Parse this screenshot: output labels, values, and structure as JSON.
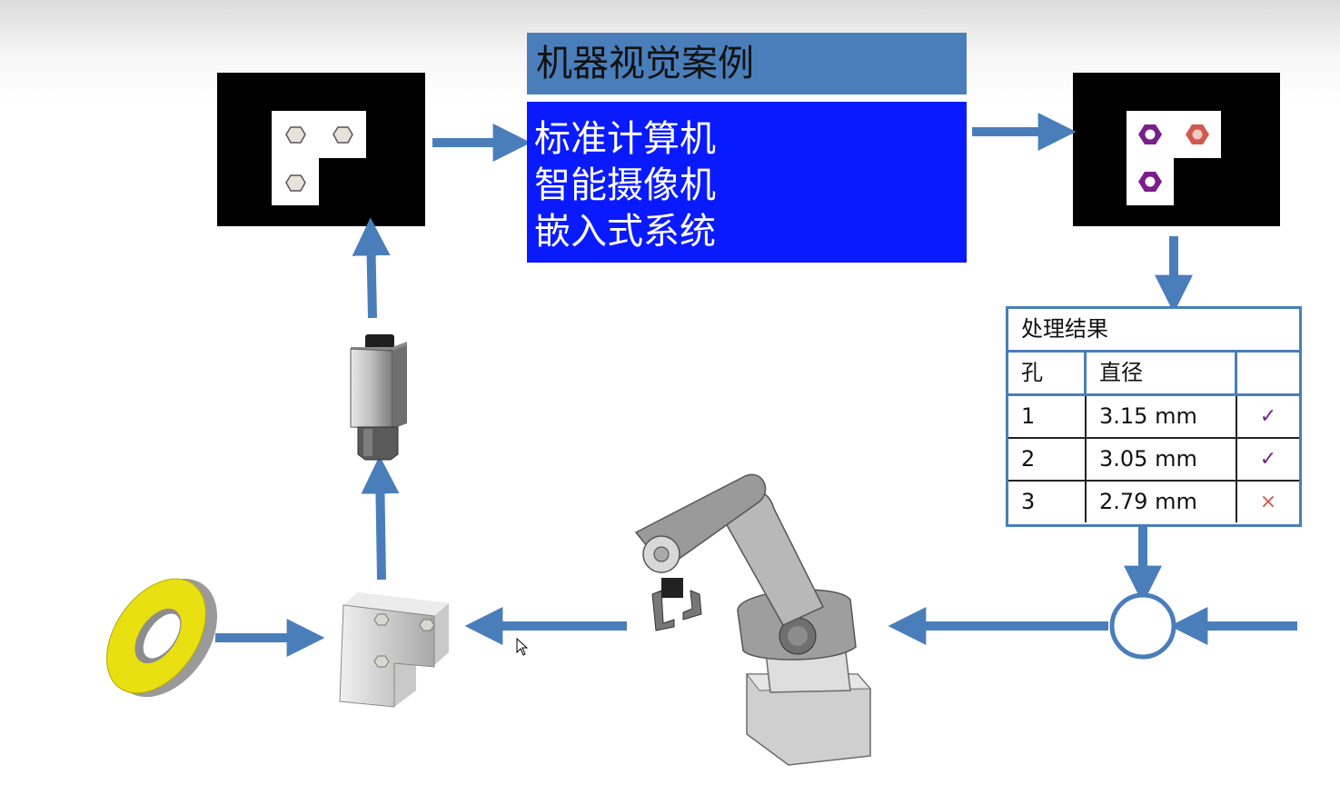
{
  "title": "机器视觉案例",
  "platforms": [
    "标准计算机",
    "智能摄像机",
    "嵌入式系统"
  ],
  "result_table": {
    "caption": "处理结果",
    "headers": [
      "孔",
      "直径",
      ""
    ],
    "rows": [
      {
        "id": "1",
        "diameter": "3.15 mm",
        "status": "✓"
      },
      {
        "id": "2",
        "diameter": "3.05 mm",
        "status": "✓"
      },
      {
        "id": "3",
        "diameter": "2.79 mm",
        "status": "×"
      }
    ]
  },
  "colors": {
    "arrow": "#4a7eba",
    "title_bar": "#4a7eba",
    "platform_box": "#0a1aff",
    "hole_ok": "#7a1f8a",
    "hole_ng": "#d05a50",
    "washer": "#e8e010"
  }
}
